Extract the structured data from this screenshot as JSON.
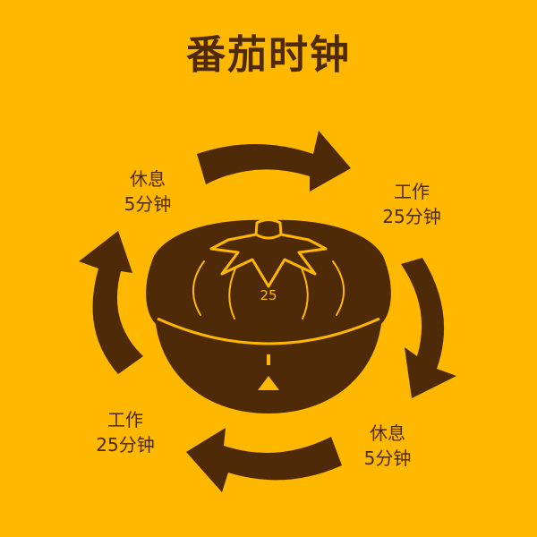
{
  "title": "番茄时钟",
  "steps": {
    "top_left": {
      "label": "休息",
      "duration": "5分钟"
    },
    "top_right": {
      "label": "工作",
      "duration": "25分钟"
    },
    "bottom_right": {
      "label": "休息",
      "duration": "5分钟"
    },
    "bottom_left": {
      "label": "工作",
      "duration": "25分钟"
    }
  },
  "dial_value": "25",
  "colors": {
    "background": "#FFB800",
    "foreground": "#4E2A08"
  }
}
